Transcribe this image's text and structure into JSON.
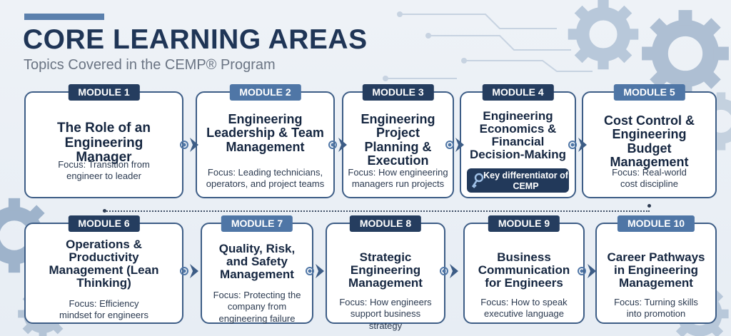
{
  "header": {
    "title": "CORE LEARNING AREAS",
    "subtitle": "Topics Covered in the CEMP® Program"
  },
  "modules": [
    {
      "badge": "MODULE 1",
      "title": "The Role of an Engineering Manager",
      "focus": "Focus: Transition from engineer to leader"
    },
    {
      "badge": "MODULE 2",
      "title": "Engineering Leadership & Team Management",
      "focus": "Focus: Leading technicians, operators, and project teams"
    },
    {
      "badge": "MODULE 3",
      "title": "Engineering Project Planning & Execution",
      "focus": "Focus: How engineering managers run projects"
    },
    {
      "badge": "MODULE 4",
      "title": "Engineering Economics & Financial Decision-Making",
      "focus": "Key differentiator of CEMP"
    },
    {
      "badge": "MODULE 5",
      "title": "Cost Control & Engineering Budget Management",
      "focus": "Focus: Real-world cost discipline"
    },
    {
      "badge": "MODULE 6",
      "title": "Operations & Productivity Management (Lean Thinking)",
      "focus": "Focus: Efficiency mindset for engineers"
    },
    {
      "badge": "MODULE 7",
      "title": "Quality, Risk, and Safety Management",
      "focus": "Focus: Protecting the company from engineering failure"
    },
    {
      "badge": "MODULE 8",
      "title": "Strategic Engineering Management",
      "focus": "Focus: How engineers support business strategy"
    },
    {
      "badge": "MODULE 9",
      "title": "Business Communication for Engineers",
      "focus": "Focus: How to speak executive language"
    },
    {
      "badge": "MODULE 10",
      "title": "Career Pathways in Engineering Management",
      "focus": "Focus: Turning skills into promotion"
    }
  ],
  "colors": {
    "navy": "#253d5f",
    "accent_blue": "#4f76a6",
    "border": "#3d5d86",
    "background": "#e9eef4"
  },
  "icons": [
    "gear-icon",
    "chevron-right-icon",
    "key-icon"
  ]
}
